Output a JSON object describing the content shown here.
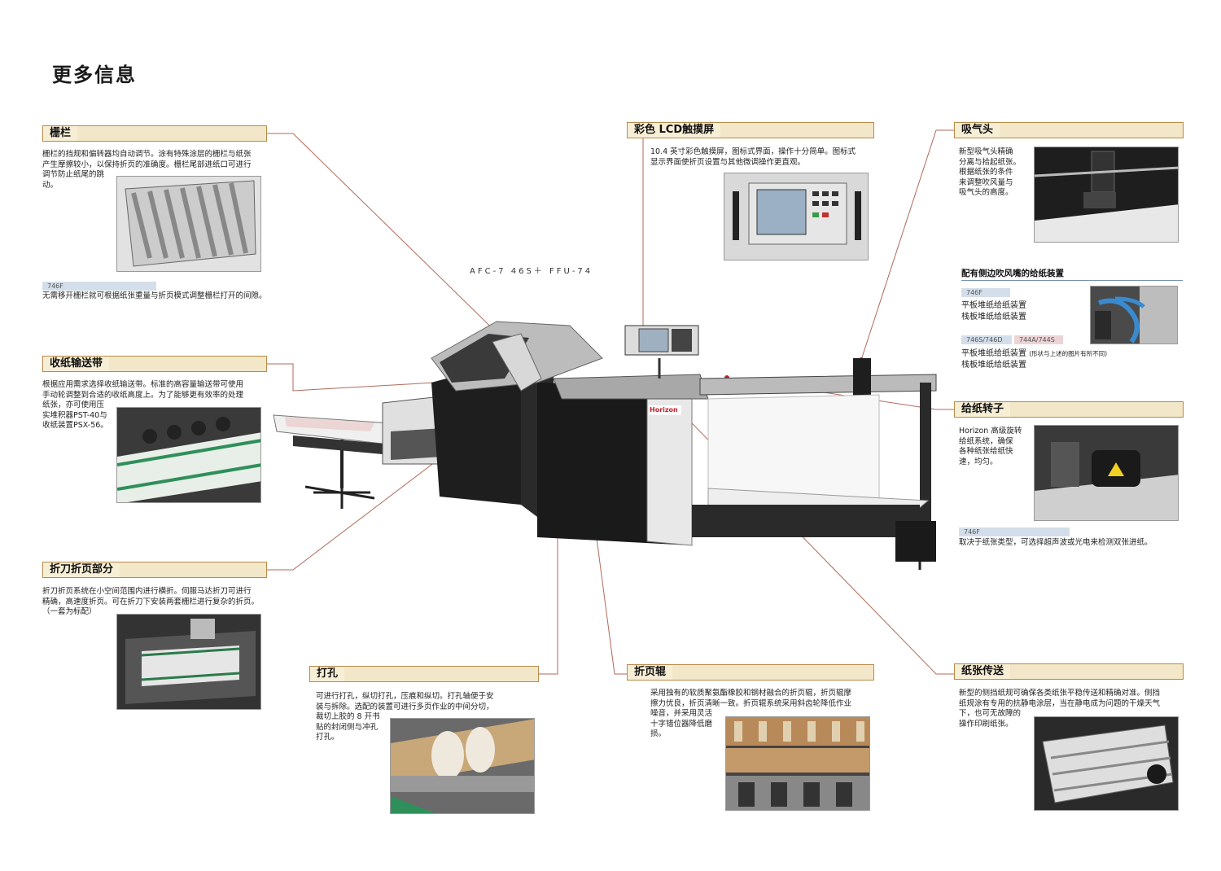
{
  "page": {
    "title": "更多信息",
    "model": "AFC-7 46S＋ FFU-74"
  },
  "colors": {
    "header_bg": "#f3e7c9",
    "header_border": "#b88a4a",
    "leader_line": "#b06a5a",
    "callout_dot": "#c0202a",
    "tag_blue": "#d4deea",
    "tag_pink": "#ecd3d6"
  },
  "sections": {
    "fence": {
      "title": "栅栏",
      "text": [
        "栅栏的挡规和偏转器均自动调节。涂有特殊涂层的栅栏与纸张",
        "产生摩擦较小，以保持折页的准确度。栅栏尾部进纸口可进行",
        "调节防止纸尾的跳",
        "动。"
      ],
      "tag": "746F",
      "note": "无需移开栅栏就可根据纸张重量与折页模式调整栅栏打开的间隙。"
    },
    "delivery": {
      "title": "收纸输送带",
      "text": [
        "根据应用需求选择收纸输送带。标准的高容量输送带可使用",
        "手动轮调整到合适的收纸高度上。为了能够更有效率的处理",
        "纸张，亦可使用压",
        "实堆积器PST-40与",
        "收纸装置PSX-56。"
      ]
    },
    "knife": {
      "title": "折刀折页部分",
      "text": [
        "折刀折页系统在小空间范围内进行横折。伺服马达折刀可进行",
        "精确，高速度折页。可在折刀下安装两套栅栏进行复杂的折页。",
        "（一套为标配）"
      ]
    },
    "perforation": {
      "title": "打孔",
      "text": [
        "可进行打孔，纵切打孔，压痕和纵切。打孔轴便于安",
        "装与拆除。选配的装置可进行多页作业的中间分切，",
        "裁切上胶的 8 开书",
        "贴的封闭侧与冲孔",
        "打孔。"
      ]
    },
    "lcd": {
      "title": "彩色 LCD触摸屏",
      "text": [
        "10.4 英寸彩色触摸屏，图标式界面，操作十分简单。图标式",
        "显示界面使折页设置与其他微调操作更直观。"
      ]
    },
    "rollers": {
      "title": "折页辊",
      "text": [
        "采用独有的软质聚氨酯橡胶和钢材融合的折页辊，折页辊摩",
        "擦力优良，折页清晰一致。折页辊系统采用斜齿轮降低作业",
        "噪音，并采用灵活",
        "十字错位器降低磨",
        "损。"
      ]
    },
    "suction": {
      "title": "吸气头",
      "text": [
        "新型吸气头精确",
        "分离与拾起纸张。",
        "根据纸张的条件",
        "来调整吹风量与",
        "吸气头的高度。"
      ]
    },
    "feeder_options": {
      "title": "配有侧边吹风嘴的给纸装置",
      "tag1": "746F",
      "items1": [
        "平板堆纸给纸装置",
        "栈板堆纸给纸装置"
      ],
      "tag2": "746S/746D",
      "tag3": "744A/744S",
      "item3": "平板堆纸给纸装置",
      "item3_note": "(形状与上述的图片有所不同)",
      "item4": "栈板堆纸给纸装置"
    },
    "feed_rotor": {
      "title": "给纸转子",
      "text": [
        "Horizon 高级旋转",
        "给纸系统，确保",
        "各种纸张给纸快",
        "速，均匀。"
      ],
      "tag": "746F",
      "note": "取决于纸张类型，可选择超声波或光电来检测双张进纸。"
    },
    "transport": {
      "title": "纸张传送",
      "text": [
        "新型的侧挡纸规可确保各类纸张平稳传送和精确对准。侧挡",
        "纸规涂有专用的抗静电涂层，当在静电成为问题的干燥天气",
        "下，也可无故障的",
        "操作印刷纸张。"
      ]
    }
  },
  "machine": {
    "brand": "Horizon"
  }
}
